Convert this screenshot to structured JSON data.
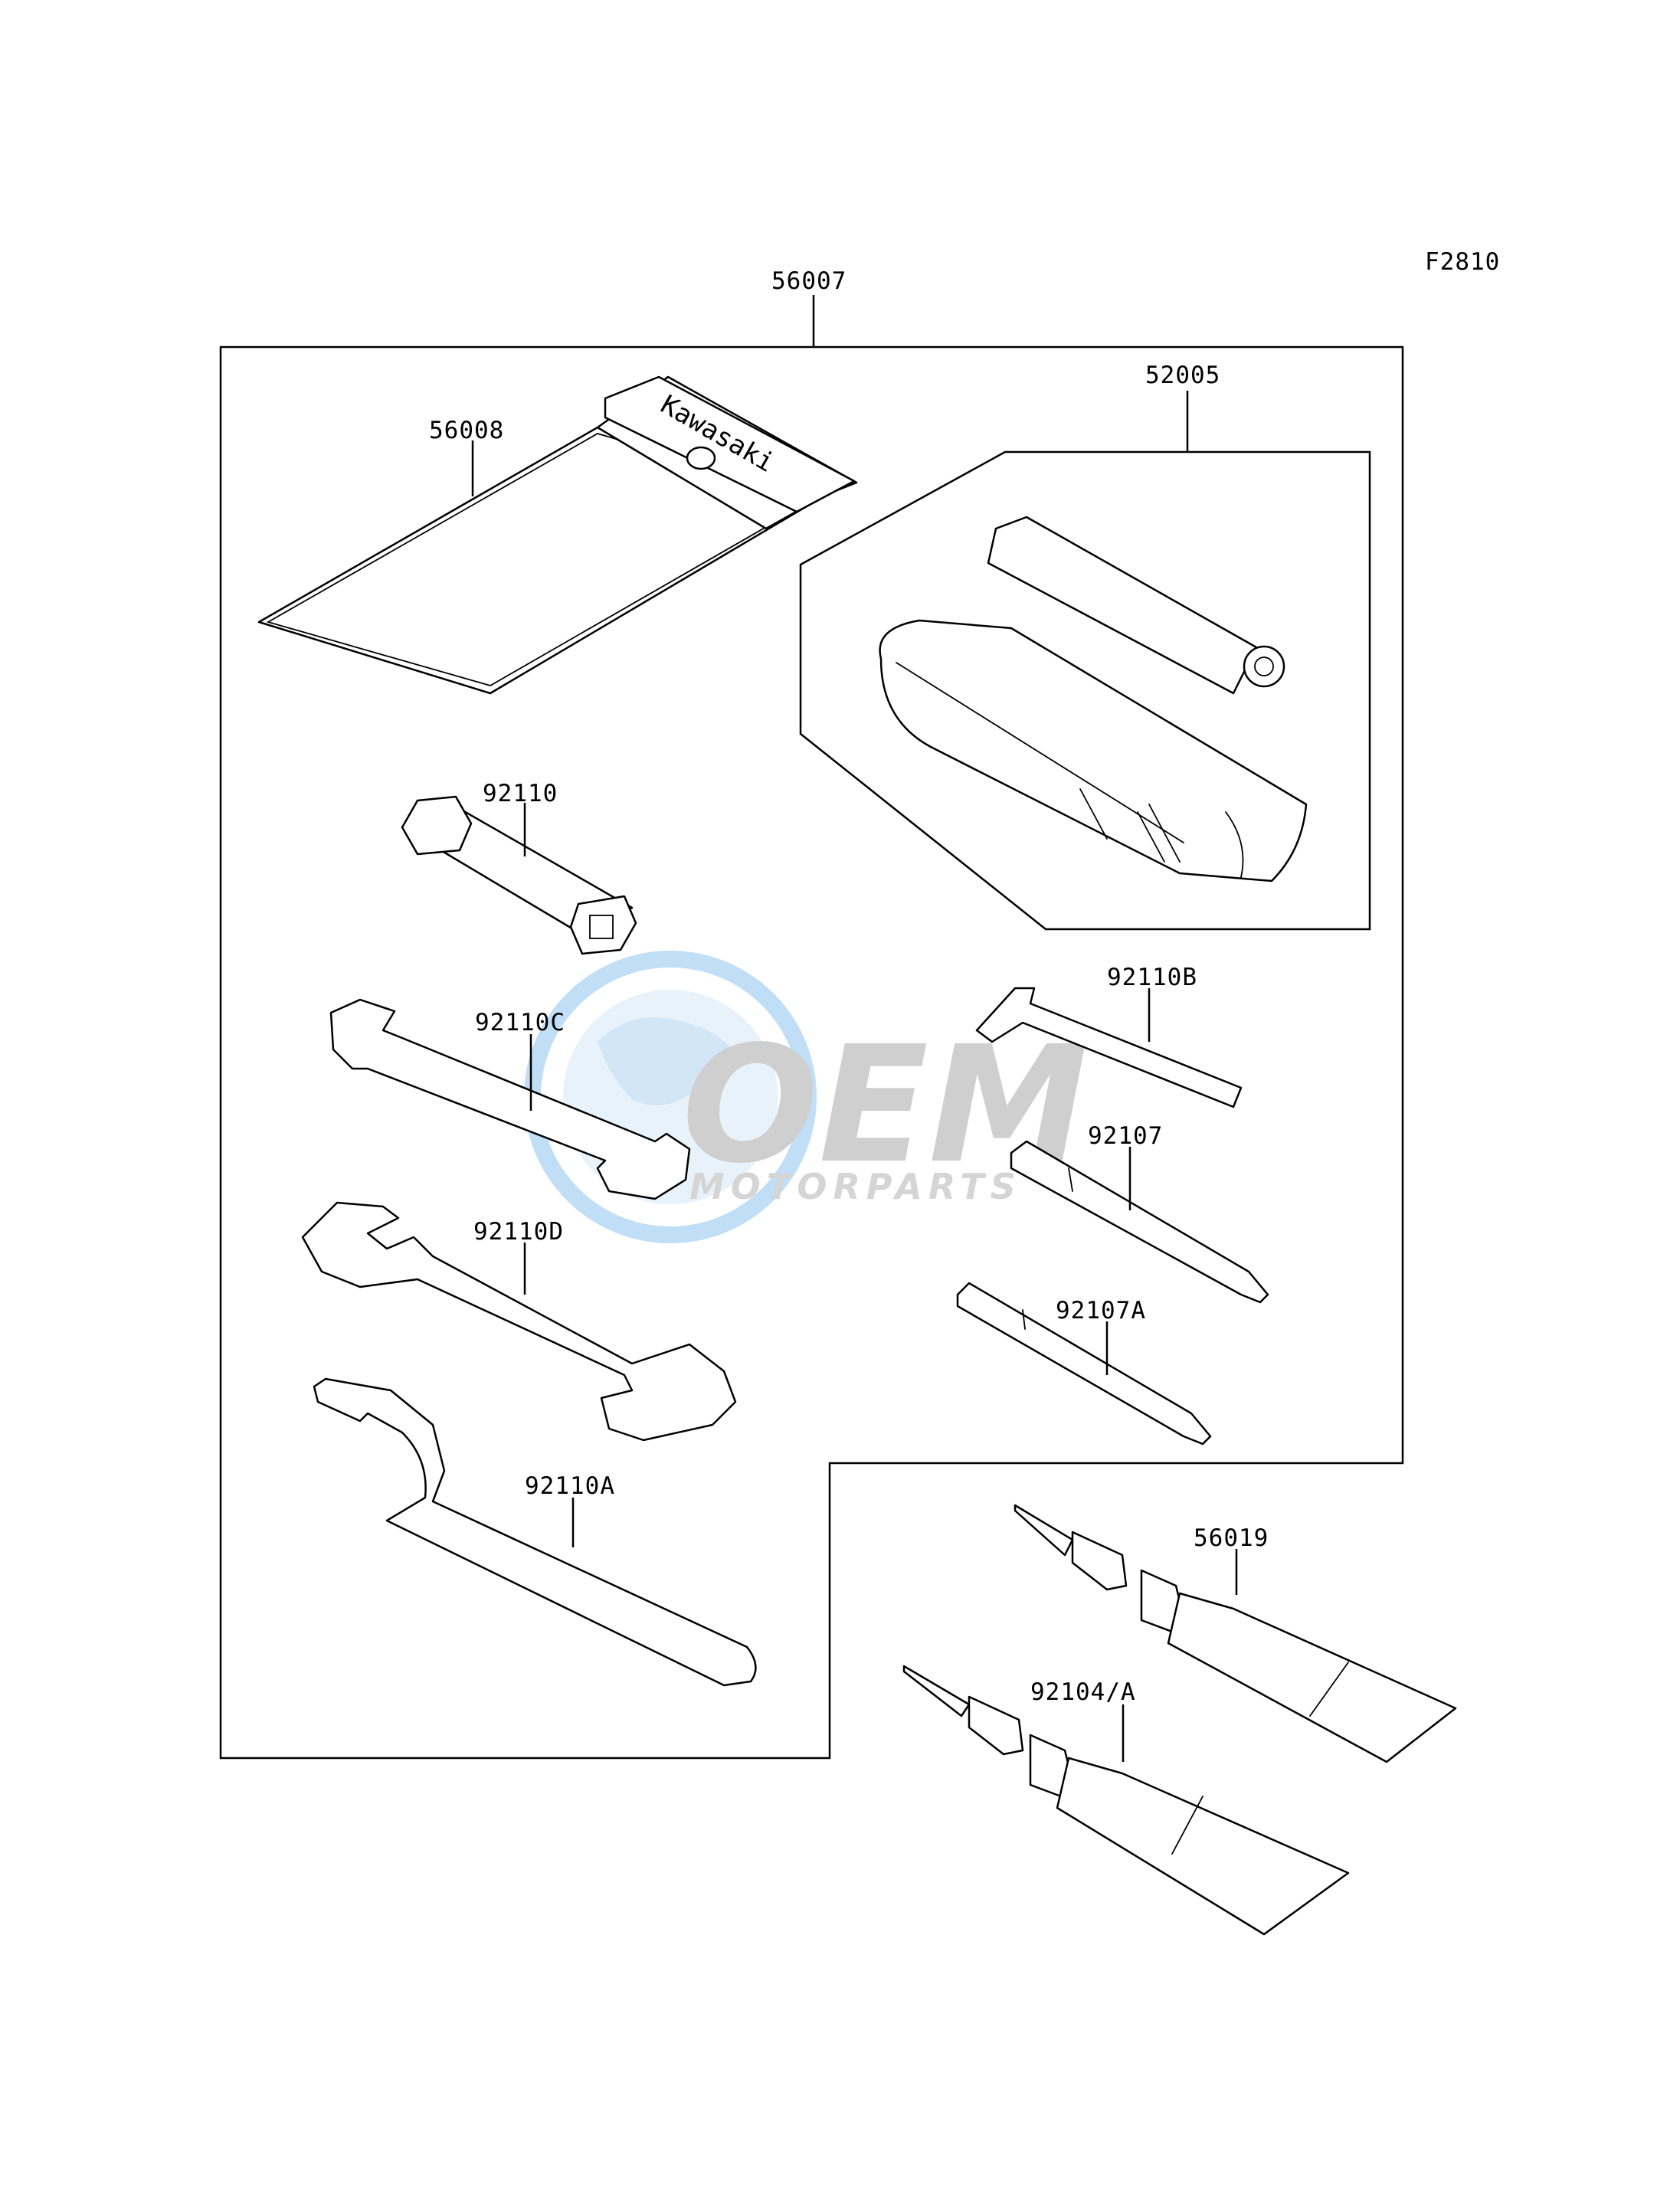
{
  "figure_code": "F2810",
  "parts": [
    {
      "id": "p56007",
      "number": "56007"
    },
    {
      "id": "p56008",
      "number": "56008"
    },
    {
      "id": "p52005",
      "number": "52005"
    },
    {
      "id": "p92110",
      "number": "92110"
    },
    {
      "id": "p92110C",
      "number": "92110C"
    },
    {
      "id": "p92110B",
      "number": "92110B"
    },
    {
      "id": "p92107",
      "number": "92107"
    },
    {
      "id": "p92110D",
      "number": "92110D"
    },
    {
      "id": "p92107A",
      "number": "92107A"
    },
    {
      "id": "p92110A",
      "number": "92110A"
    },
    {
      "id": "p56019",
      "number": "56019"
    },
    {
      "id": "p92104A",
      "number": "92104/A"
    }
  ],
  "pouch_brand": "Kawasaki",
  "watermark": {
    "main": "OEM",
    "sub": "MOTORPARTS",
    "color": "#4da6e6"
  }
}
